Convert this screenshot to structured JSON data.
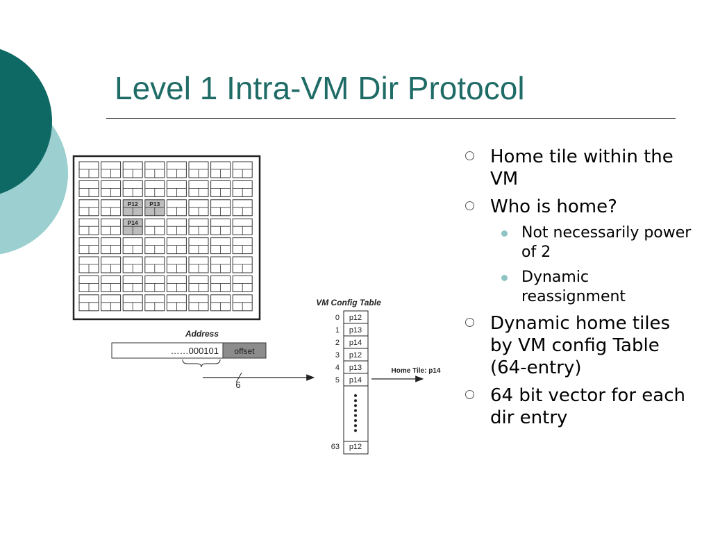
{
  "slide": {
    "title": "Level 1 Intra-VM Dir Protocol"
  },
  "colors": {
    "title": "#1f6b66",
    "deco_dark": "#0e6864",
    "deco_light": "#9bcfd0",
    "tile_highlight": "#bdbdbd",
    "offset_fill": "#8c8c8c"
  },
  "figure": {
    "grid": {
      "rows": 8,
      "cols": 8,
      "highlight_labels": [
        "P12",
        "P13",
        "P14"
      ]
    },
    "address_label": "Address",
    "address_value": "……000101",
    "offset_label": "offset",
    "bits_label": "6",
    "table_title": "VM Config Table",
    "table_rows": [
      {
        "index": "0",
        "value": "p12"
      },
      {
        "index": "1",
        "value": "p13"
      },
      {
        "index": "2",
        "value": "p14"
      },
      {
        "index": "3",
        "value": "p12"
      },
      {
        "index": "4",
        "value": "p13"
      },
      {
        "index": "5",
        "value": "p14"
      }
    ],
    "last_row": {
      "index": "63",
      "value": "p12"
    },
    "result_label": "Home Tile: p14"
  },
  "bullets": [
    {
      "text": "Home tile within the VM",
      "sub": []
    },
    {
      "text": "Who is home?",
      "sub": [
        "Not necessarily power of 2",
        "Dynamic reassignment"
      ]
    },
    {
      "text": "Dynamic home tiles by VM config Table (64-entry)",
      "sub": []
    },
    {
      "text": "64 bit vector for each dir entry",
      "sub": []
    }
  ]
}
